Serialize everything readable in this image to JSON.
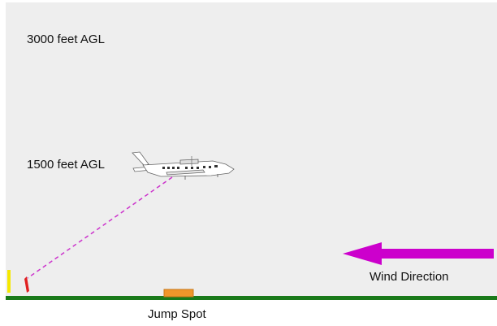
{
  "labels": {
    "altitude_top": "3000 feet AGL",
    "altitude_mid": "1500 feet AGL",
    "wind": "Wind Direction",
    "jump_spot": "Jump Spot"
  },
  "colors": {
    "sky": "#eeeeee",
    "ground": "#1a7a1a",
    "wind_arrow": "#cc00cc",
    "jump_path": "#cc33cc",
    "jump_spot": "#f0962a",
    "flag_yellow": "#f5e800",
    "flag_red": "#e02020"
  },
  "icons": {
    "aircraft": "airplane-icon",
    "wind": "arrow-left-icon",
    "windsock": "windsock-icon"
  }
}
